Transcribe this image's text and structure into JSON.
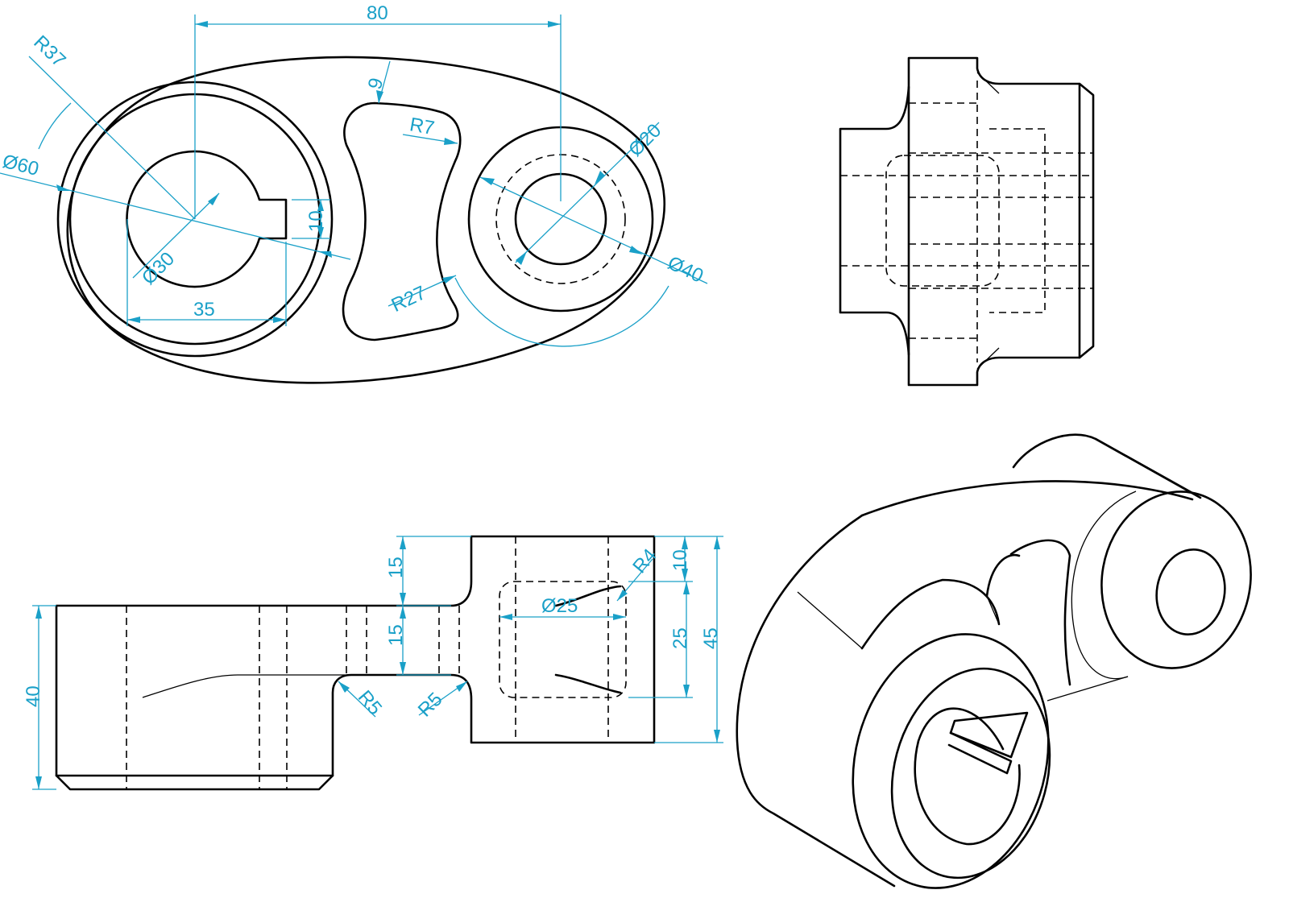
{
  "colors": {
    "object_line": "#000000",
    "dimension": "#1aa0c8",
    "background": "#ffffff"
  },
  "dimensions": {
    "top": {
      "center_distance": "80",
      "r37": "R37",
      "d60": "Ø60",
      "d30": "Ø30",
      "keyway_width": "10",
      "keyway_depth": "35",
      "slot_offset": "9",
      "r7": "R7",
      "r27": "R27",
      "d20": "Ø20",
      "d40": "Ø40"
    },
    "front": {
      "boss_h1": "15",
      "boss_h2": "15",
      "r4": "R4",
      "boss_top": "10",
      "bore": "Ø25",
      "bore_h": "25",
      "total_h": "45",
      "base_h": "40",
      "r5_left": "R5",
      "r5_right": "R5"
    }
  }
}
